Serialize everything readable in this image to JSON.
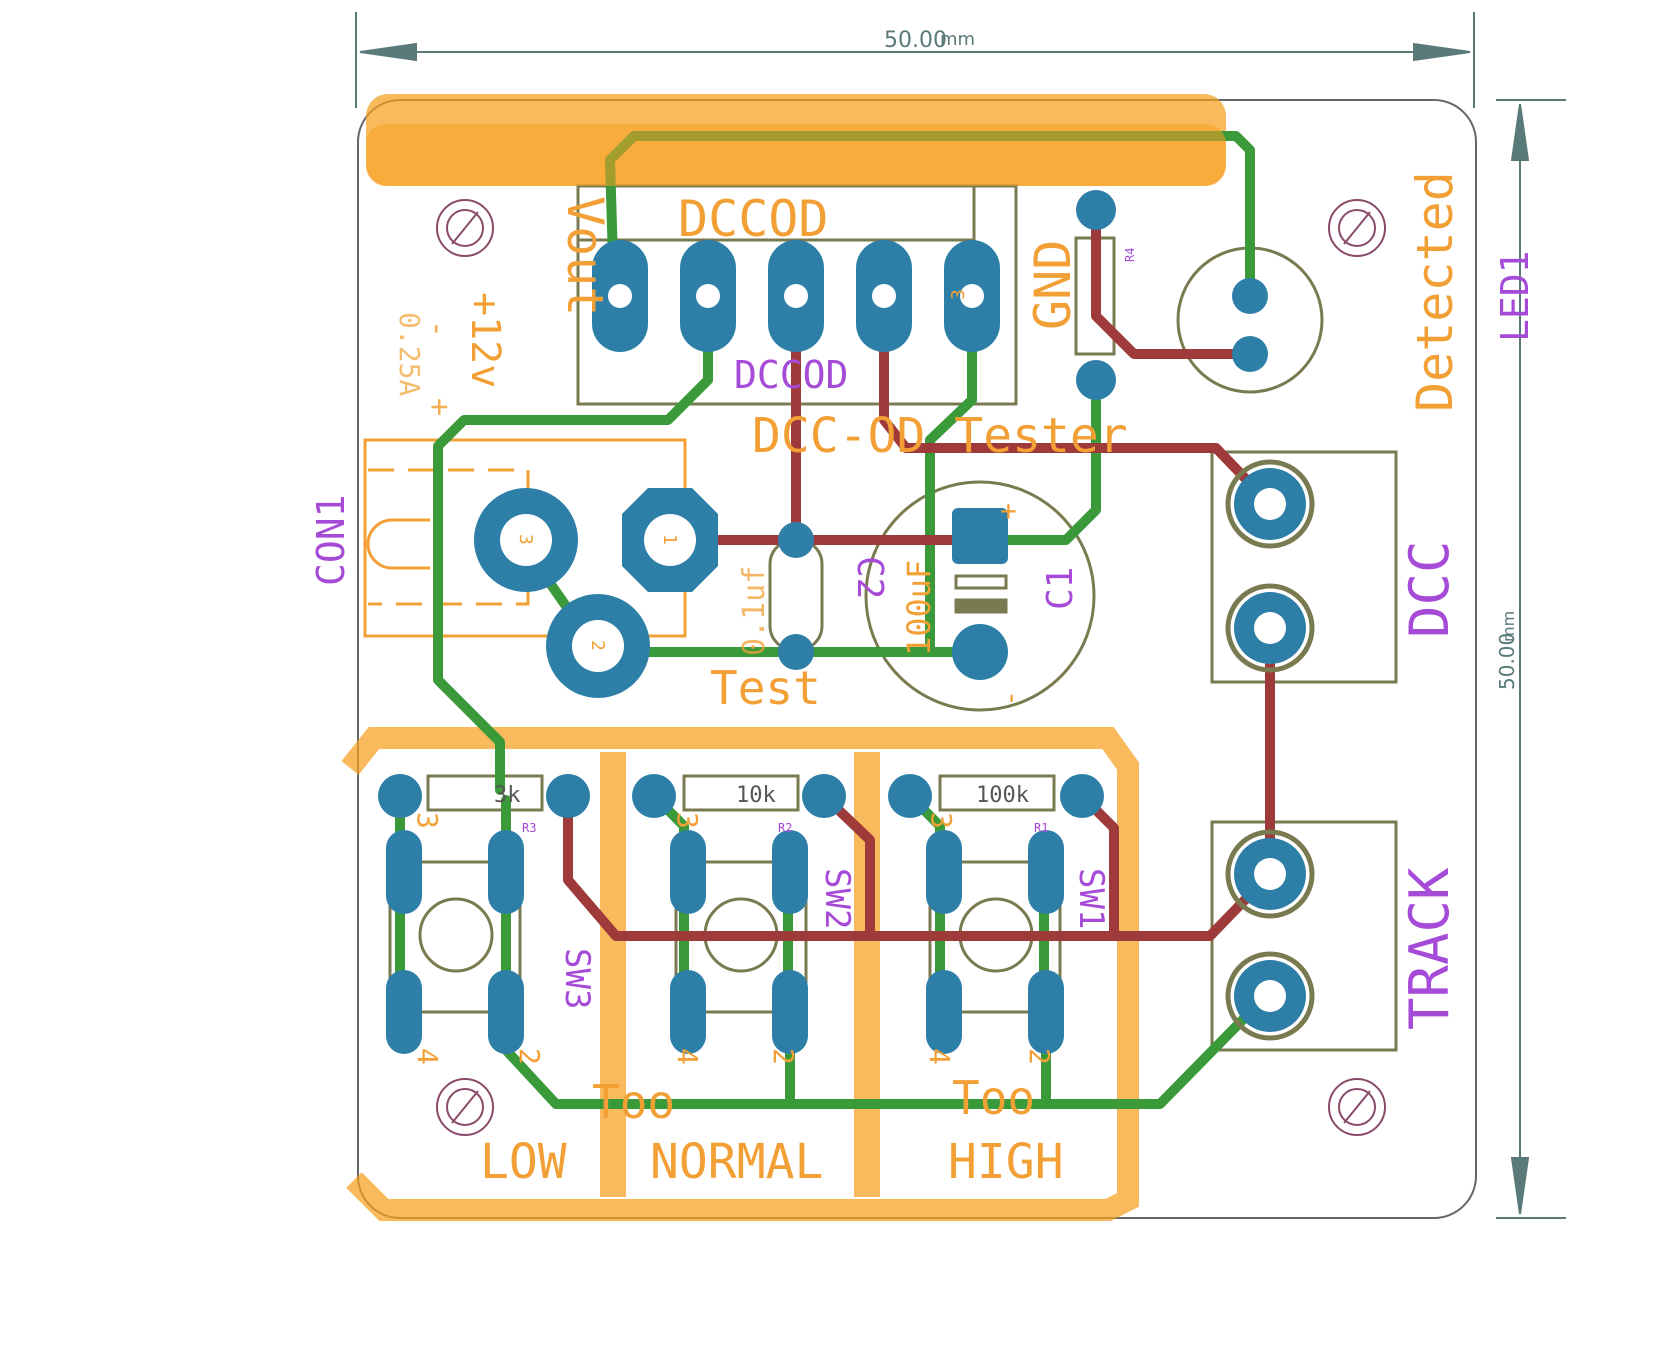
{
  "dimensions": {
    "width_text": "50.00",
    "width_unit": "mm",
    "height_text": "50.00",
    "height_unit": "mm"
  },
  "connector": {
    "title": "DCCOD",
    "name": "DCCOD",
    "left_label": "Vout",
    "right_label": "GND",
    "pin_number": "3"
  },
  "power": {
    "voltage": "+12v",
    "current": "0.25A",
    "minus": "-",
    "plus": "+",
    "name": "CON1",
    "pin2": "2",
    "pin3": "3",
    "pin1": "1"
  },
  "board_title": "DCC-OD Tester",
  "capacitors": {
    "c2": {
      "name": "C2",
      "value": "0.1uf"
    },
    "c1": {
      "name": "C1",
      "value": "100uF",
      "plus": "+",
      "minus": "-"
    },
    "test_label": "Test"
  },
  "led": {
    "name": "LED1",
    "label": "Detected"
  },
  "resistor_r4": {
    "name": "R4"
  },
  "terminals": {
    "dcc": "DCC",
    "track": "TRACK"
  },
  "switches": [
    {
      "name": "SW3",
      "resistor": "R3",
      "value": "3k",
      "pin1": "4",
      "pin2": "2",
      "pin3": "3",
      "caption_top": "Too",
      "caption": "LOW"
    },
    {
      "name": "SW2",
      "resistor": "R2",
      "value": "10k",
      "pin1": "4",
      "pin2": "2",
      "pin3": "3",
      "caption_top": "",
      "caption": "NORMAL"
    },
    {
      "name": "SW1",
      "resistor": "R1",
      "value": "100k",
      "pin1": "4",
      "pin2": "2",
      "pin3": "3",
      "caption_top": "Too",
      "caption": "HIGH"
    }
  ],
  "colors": {
    "top_copper": "#9e3a3a",
    "bottom_copper": "#3a9a3a",
    "pad": "#2e7fa8",
    "silkscreen": "#f2a035",
    "names": "#a64ad8",
    "outline": "#7a7a50",
    "board_edge": "#666666",
    "highlight": "#f7a020"
  }
}
